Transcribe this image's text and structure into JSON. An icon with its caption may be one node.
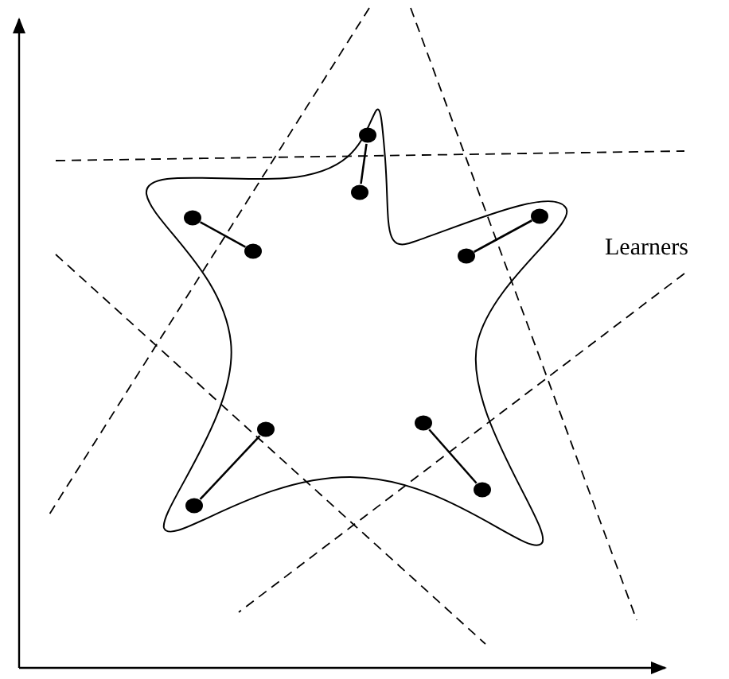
{
  "diagram": {
    "nodes": [
      {
        "text": [],
        "shape": "circle"
      },
      {
        "text": [],
        "shape": "circle"
      },
      {
        "text": [],
        "shape": "circle"
      },
      {
        "text": [],
        "shape": "circle"
      },
      {
        "text": [],
        "shape": "circle"
      },
      {
        "text": [],
        "shape": "circle"
      },
      {
        "text": [],
        "shape": "circle"
      },
      {
        "text": [],
        "shape": "circle"
      },
      {
        "text": [],
        "shape": "circle"
      },
      {
        "text": [],
        "shape": "circle"
      }
    ],
    "edges": [
      {
        "from": 0,
        "to": 1,
        "arrow": "none"
      },
      {
        "from": 2,
        "to": 3,
        "arrow": "none"
      },
      {
        "from": 4,
        "to": 5,
        "arrow": "none"
      },
      {
        "from": 6,
        "to": 7,
        "arrow": "none"
      },
      {
        "from": 8,
        "to": 9,
        "arrow": "none"
      }
    ],
    "labels": [
      "Learners"
    ]
  }
}
